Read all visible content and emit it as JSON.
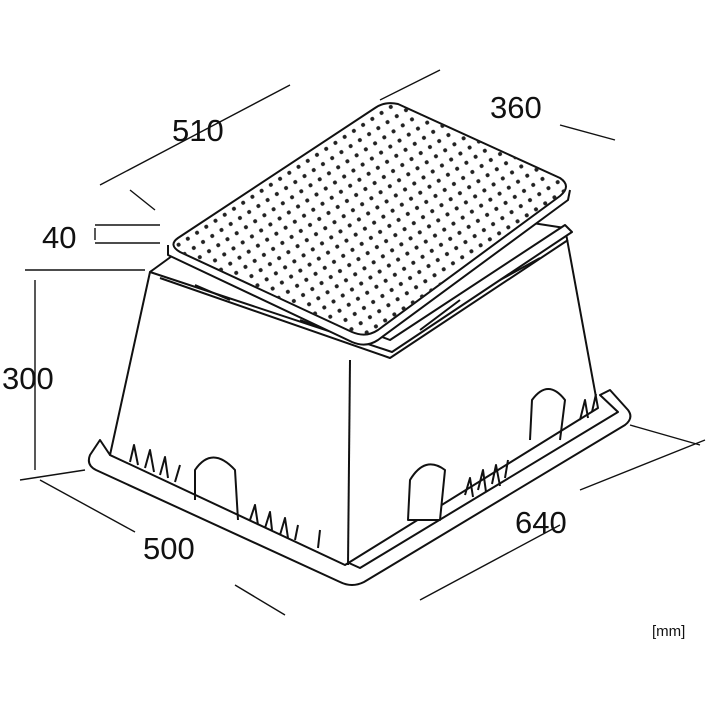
{
  "dimensions": {
    "lid_length": "510",
    "lid_width": "360",
    "lid_height": "40",
    "body_height": "300",
    "base_width": "500",
    "base_length": "640"
  },
  "unit": "[mm]",
  "colors": {
    "line": "#111111",
    "fill": "#ffffff"
  }
}
